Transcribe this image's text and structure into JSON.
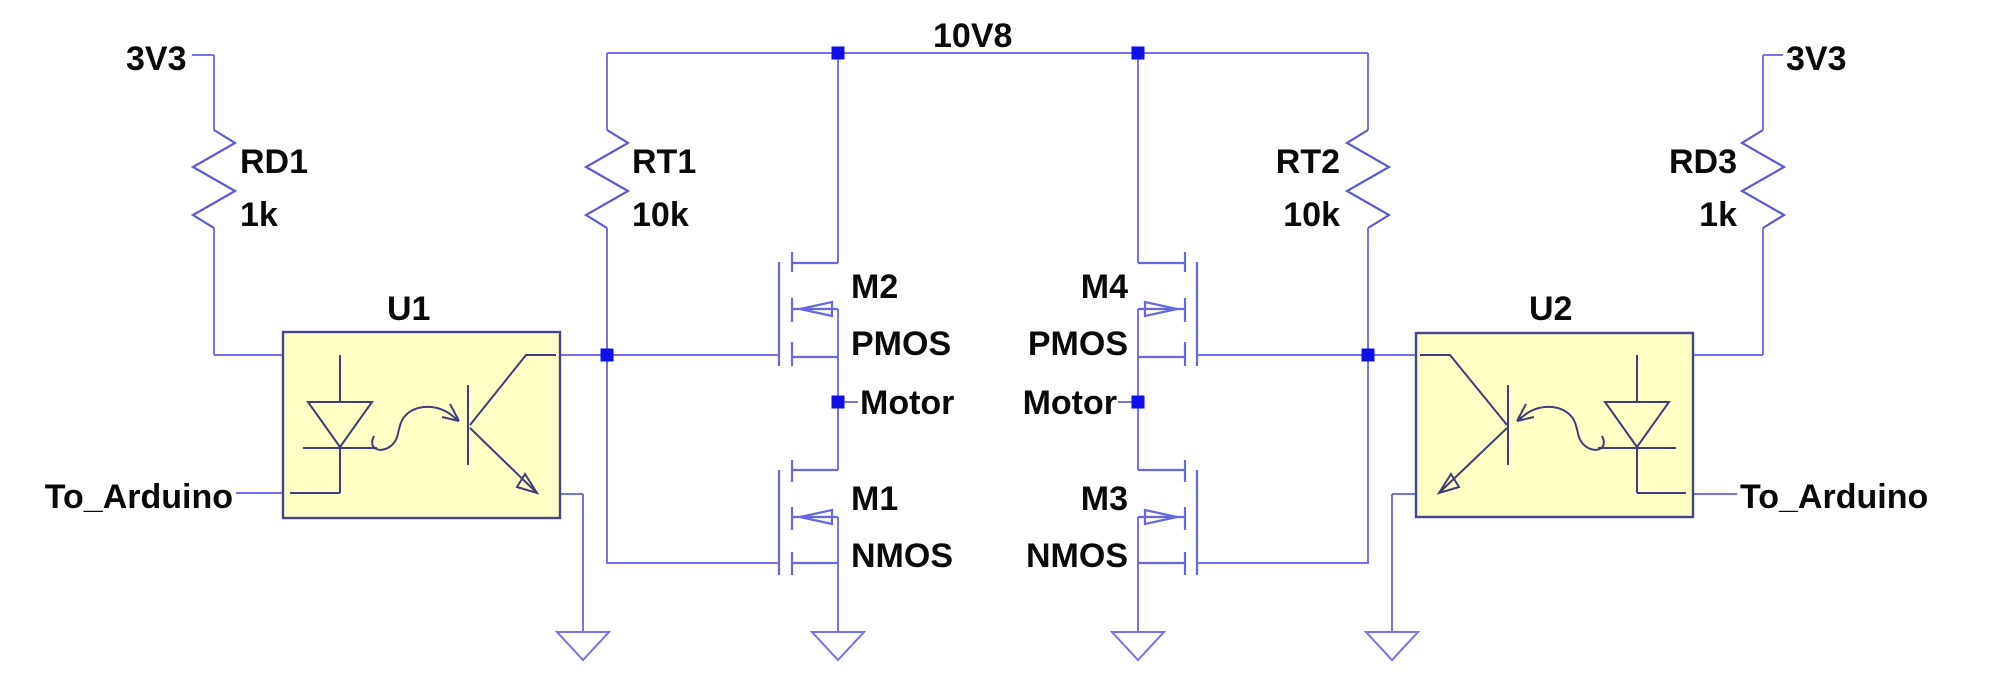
{
  "schematic": {
    "power": {
      "rail_top": "10V8",
      "supply_left": "3V3",
      "supply_right": "3V3"
    },
    "resistors": [
      {
        "ref": "RD1",
        "value": "1k"
      },
      {
        "ref": "RT1",
        "value": "10k"
      },
      {
        "ref": "RT2",
        "value": "10k"
      },
      {
        "ref": "RD3",
        "value": "1k"
      }
    ],
    "optocouplers": [
      {
        "ref": "U1"
      },
      {
        "ref": "U2"
      }
    ],
    "mosfets": [
      {
        "ref": "M1",
        "type": "NMOS"
      },
      {
        "ref": "M2",
        "type": "PMOS"
      },
      {
        "ref": "M3",
        "type": "NMOS"
      },
      {
        "ref": "M4",
        "type": "PMOS"
      }
    ],
    "nets": {
      "motor_left": "Motor",
      "motor_right": "Motor",
      "arduino_left": "To_Arduino",
      "arduino_right": "To_Arduino"
    },
    "colors": {
      "background": "#FFFFFF",
      "wire": "#7473EA",
      "component": "#5A5AD8",
      "opto_outline": "#3E3E78",
      "opto_fill": "#FFFFC6",
      "junction": "#0F0FE8",
      "text": "#0A0A0A"
    }
  }
}
